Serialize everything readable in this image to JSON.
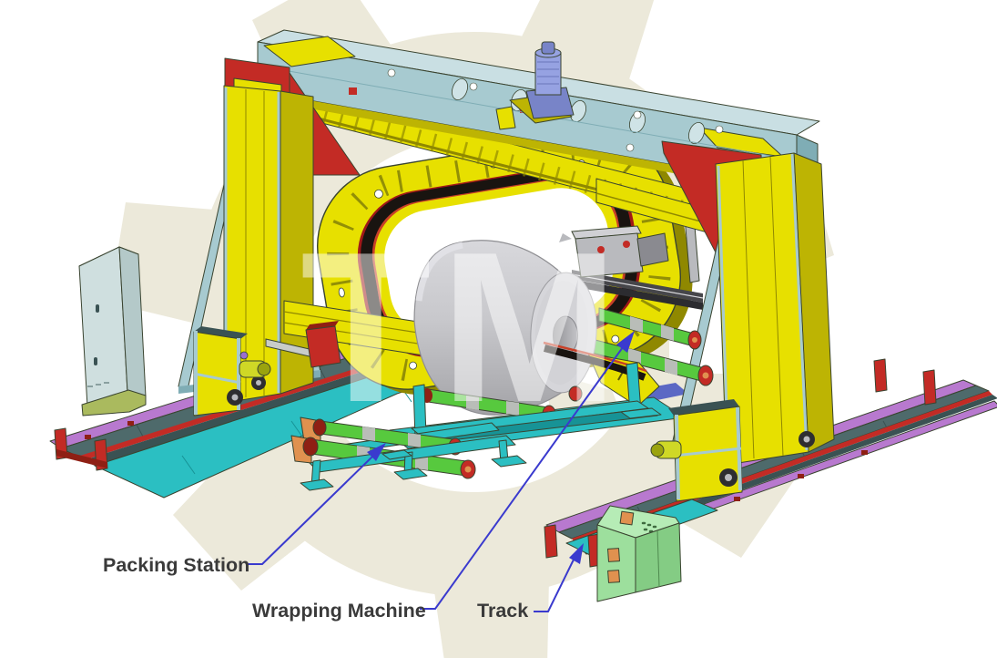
{
  "figure": {
    "type": "technical-illustration",
    "subject": "Orbital coil wrapping machine line, 3D CAD render",
    "labels": [
      {
        "id": "packing_station",
        "text": "Packing Station"
      },
      {
        "id": "wrapping_machine",
        "text": "Wrapping Machine"
      },
      {
        "id": "track",
        "text": "Track"
      }
    ],
    "watermark": {
      "letters": "TM"
    },
    "colors": {
      "wm-beige": "#ece9da",
      "label": "#3a3a3a",
      "leader": "#3a3ace",
      "edge": "#3a4430",
      "yellow": "#e7e000",
      "yellow-light": "#f4ef3a",
      "yellow-dark": "#bdb403",
      "yellow-deep": "#8f8800",
      "steel": "#a7cad0",
      "steel-light": "#c9dfe3",
      "steel-dark": "#7fadb5",
      "red": "#c32b25",
      "red-dark": "#8f1f14",
      "maroon": "#a01818",
      "purple": "#b879cf",
      "bed": "#4e6a6b",
      "bed-dark": "#3a5253",
      "cyan": "#2bbfc2",
      "cyan-dark": "#179396",
      "roller-green": "#57c93e",
      "roller-band": "#b9bdb8",
      "orange": "#e0914f",
      "motor": "#96a2e2",
      "motor-dark": "#7884c8",
      "mech-grey": "#b9babe",
      "black-band": "#191410",
      "wheel": "#2e2e30",
      "cab-front": "#cfdfdf",
      "cab-side": "#b4c9c9",
      "cab-top": "#e0ebeb",
      "cab-base": "#aaba5e",
      "console": "#9ddf9d",
      "console-side": "#84cc84",
      "console-top": "#b6ecb6",
      "floor-blue": "#5b68c4",
      "coil": "#c6c6ca",
      "coil-light": "#d8d8dc",
      "coil-dark": "#a2a2a6",
      "coil-face": "#d6d6da",
      "bore": "#9a9a9e"
    }
  }
}
